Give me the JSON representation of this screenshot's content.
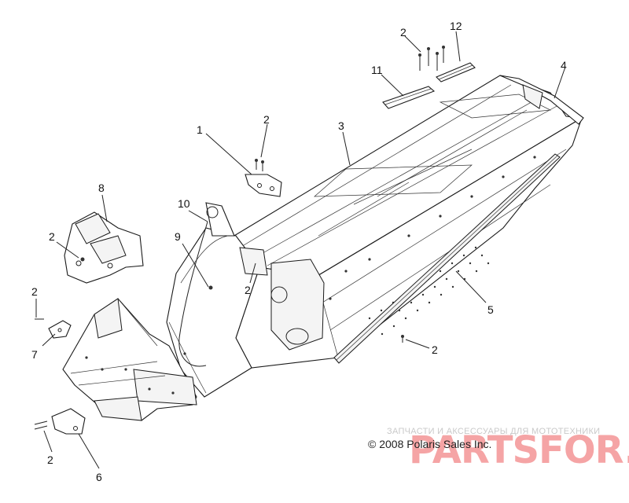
{
  "callouts": [
    {
      "id": "c1",
      "text": "1"
    },
    {
      "id": "c2a",
      "text": "2"
    },
    {
      "id": "c2b",
      "text": "2"
    },
    {
      "id": "c2c",
      "text": "2"
    },
    {
      "id": "c2d",
      "text": "2"
    },
    {
      "id": "c2e",
      "text": "2"
    },
    {
      "id": "c2f",
      "text": "2"
    },
    {
      "id": "c2g",
      "text": "2"
    },
    {
      "id": "c3",
      "text": "3"
    },
    {
      "id": "c4",
      "text": "4"
    },
    {
      "id": "c5",
      "text": "5"
    },
    {
      "id": "c6",
      "text": "6"
    },
    {
      "id": "c7",
      "text": "7"
    },
    {
      "id": "c8",
      "text": "8"
    },
    {
      "id": "c9",
      "text": "9"
    },
    {
      "id": "c10",
      "text": "10"
    },
    {
      "id": "c11",
      "text": "11"
    },
    {
      "id": "c12",
      "text": "12"
    }
  ],
  "copyright": "© 2008 Polaris Sales Inc.",
  "watermark": {
    "tagline": "ЗАПЧАСТИ И АКСЕССУАРЫ ДЛЯ МОТОТЕХНИКИ",
    "logo": "PARTSFOR.RU",
    "color": "#e8282b"
  }
}
